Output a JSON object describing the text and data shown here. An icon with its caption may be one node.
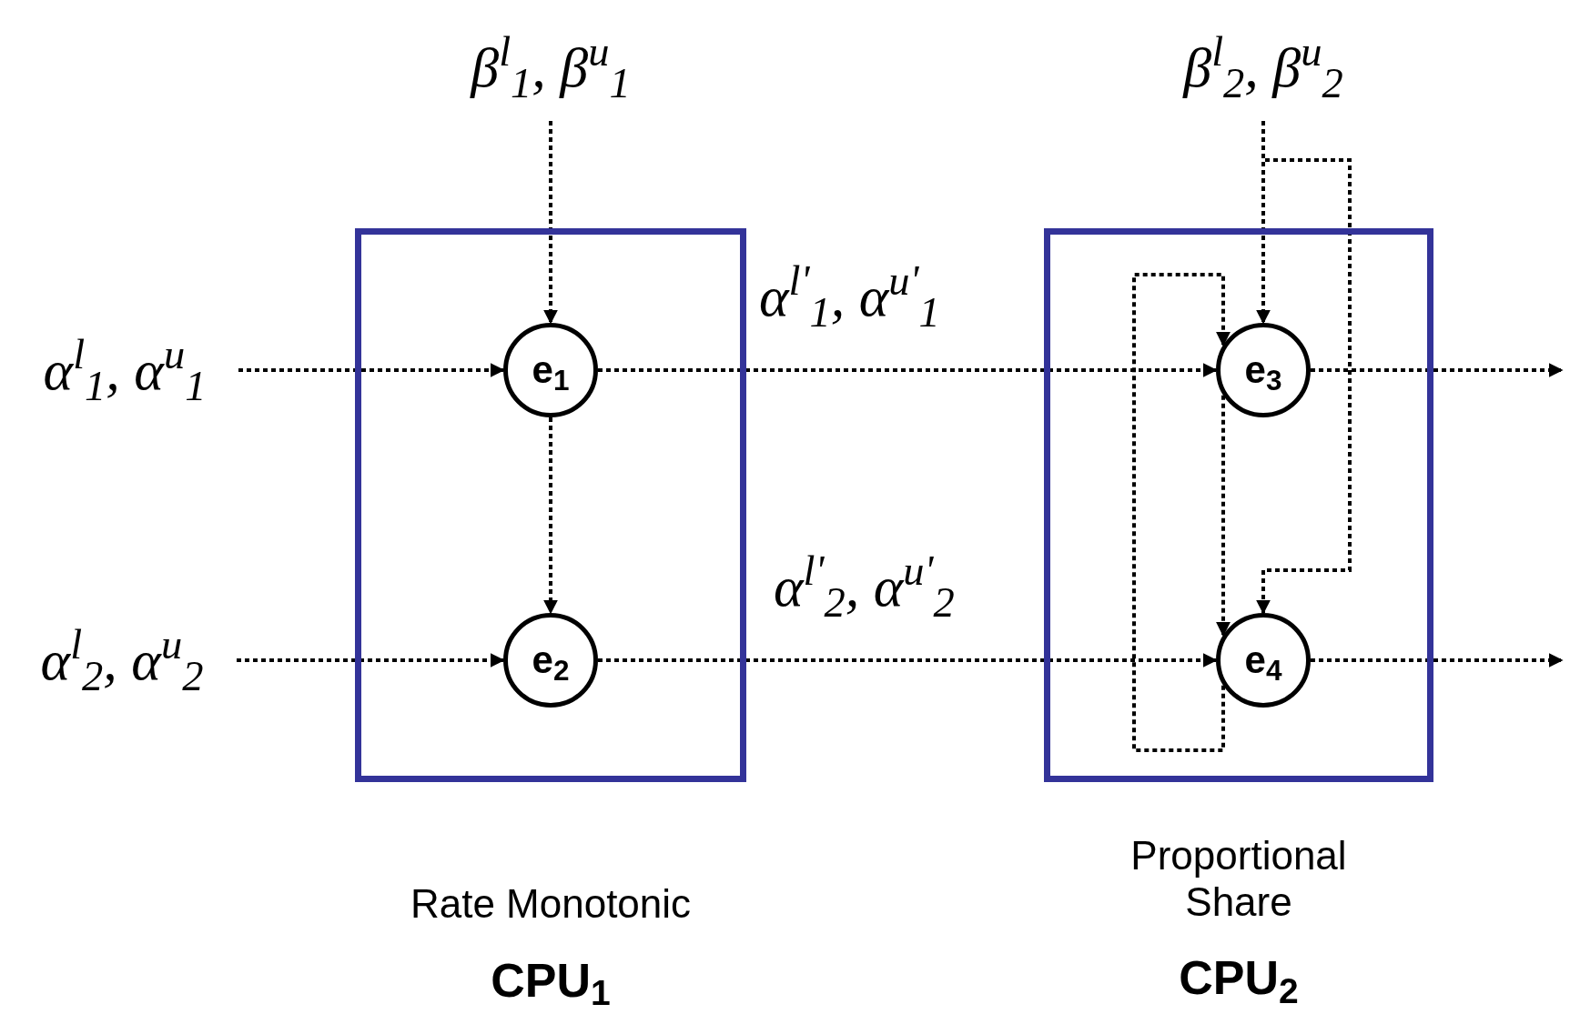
{
  "diagram": {
    "nodes": [
      {
        "text": [
          "Rate Monotonic",
          "CPU$_{1}$"
        ]
      },
      {
        "text": [
          "Proportional Share",
          "CPU$_{2}$"
        ]
      },
      {
        "text": [
          "e$_{1}$"
        ],
        "in": 0
      },
      {
        "text": [
          "e$_{2}$"
        ],
        "in": 0
      },
      {
        "text": [
          "e$_{3}$"
        ],
        "in": 1
      },
      {
        "text": [
          "e$_{4}$"
        ],
        "in": 1
      },
      {
        "text": [
          "α$^{l}$$_{1}$, α$^{u}$$_{1}$"
        ]
      },
      {
        "text": [
          "α$^{l}$$_{2}$, α$^{u}$$_{2}$"
        ]
      },
      {
        "text": [
          "β$^{l}$$_{1}$, β$^{u}$$_{1}$"
        ]
      },
      {
        "text": [
          "β$^{l}$$_{2}$, β$^{u}$$_{2}$"
        ]
      }
    ],
    "edges": [
      {
        "from": 6,
        "to": 2,
        "arrow": "to"
      },
      {
        "from": 7,
        "to": 3,
        "arrow": "to"
      },
      {
        "from": 8,
        "to": 2,
        "arrow": "to"
      },
      {
        "from": 2,
        "to": 3,
        "arrow": "to"
      },
      {
        "from": 2,
        "to": 4,
        "arrow": "to",
        "label": "α$^{l'}$$_{1}$, α$^{u'}$$_{1}$"
      },
      {
        "from": 3,
        "to": 5,
        "arrow": "to",
        "label": "α$^{l'}$$_{2}$, α$^{u'}$$_{2}$"
      },
      {
        "from": 9,
        "to": 4,
        "arrow": "to"
      },
      {
        "from": 9,
        "to": 5,
        "arrow": "to"
      },
      {
        "from": 4,
        "to": 5,
        "arrow": "to"
      },
      {
        "from": 5,
        "to": 4,
        "arrow": "to"
      },
      {
        "from": 4,
        "to": null,
        "arrow": "to"
      },
      {
        "from": 5,
        "to": null,
        "arrow": "to"
      }
    ]
  }
}
